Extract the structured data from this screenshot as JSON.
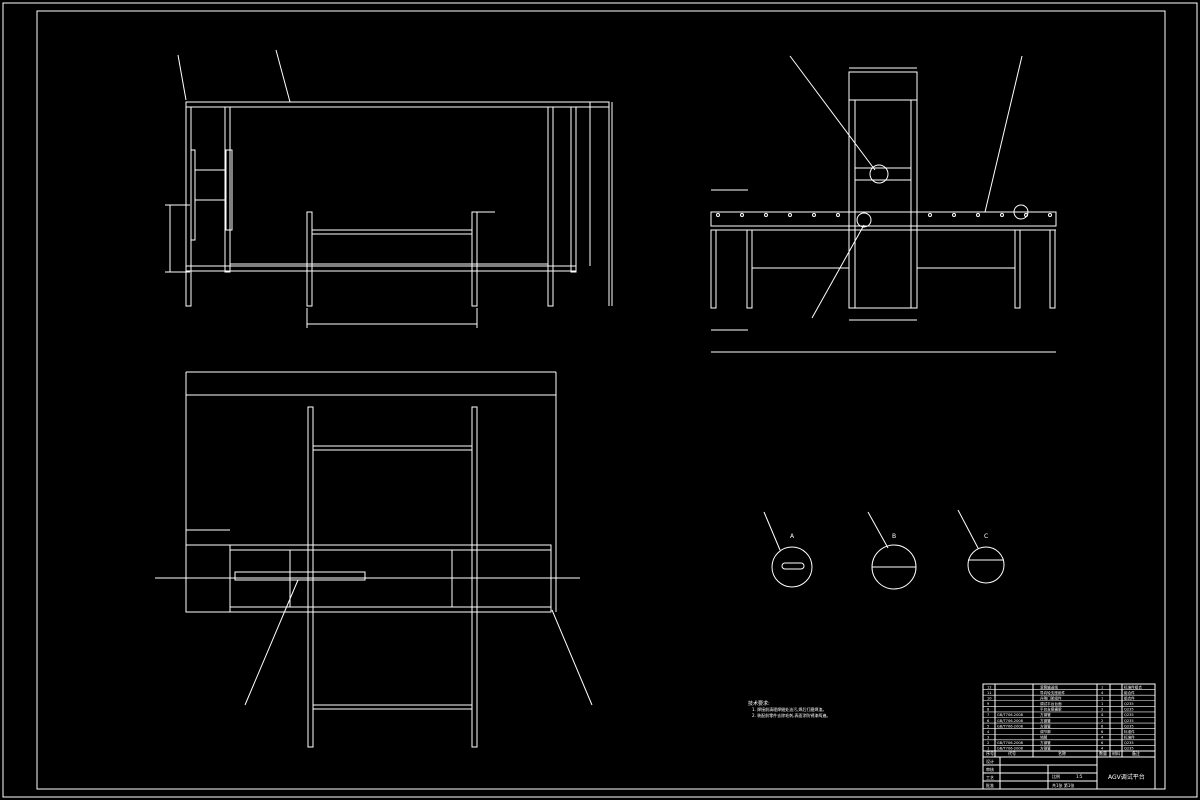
{
  "drawing": {
    "title": "AGV调试平台",
    "title_block": {
      "scale_label": "比例",
      "scale": "1:5",
      "sheet": "共1张  第1张",
      "material_label": "材料",
      "quantity_label": "数量",
      "remarks_label": "备注",
      "name_label": "名称",
      "code_label": "代号",
      "seq_label": "序号",
      "designer_label": "设计",
      "checker_label": "审核",
      "process_label": "工艺",
      "approve_label": "批准"
    },
    "notes": {
      "heading": "技术要求:",
      "items": [
        "1. 焊接前清理焊缝处油污,焊后打磨焊渣。",
        "2. 装配前零件去除毛刺,表面涂防锈漆两遍。"
      ]
    },
    "detail_labels": [
      "A",
      "B",
      "C"
    ],
    "bom_rows": [
      {
        "no": "12",
        "code": "",
        "name": "滚筒输送线",
        "qty": "1",
        "remark": "标准件组合"
      },
      {
        "no": "11",
        "code": "",
        "name": "导向轮支座组件",
        "qty": "4",
        "remark": "组合件"
      },
      {
        "no": "10",
        "code": "",
        "name": "升降门架组件",
        "qty": "1",
        "remark": "组合件"
      },
      {
        "no": "9",
        "code": "",
        "name": "调试平台台面",
        "qty": "1",
        "remark": "Q235"
      },
      {
        "no": "8",
        "code": "",
        "name": "平台支撑横梁",
        "qty": "2",
        "remark": "Q235"
      },
      {
        "no": "7",
        "code": "GB/T706-2008",
        "name": "方钢管",
        "qty": "4",
        "remark": "Q235"
      },
      {
        "no": "6",
        "code": "GB/T706-2008",
        "name": "方钢管",
        "qty": "2",
        "remark": "Q235"
      },
      {
        "no": "5",
        "code": "GB/T706-2008",
        "name": "方钢管",
        "qty": "8",
        "remark": "Q235"
      },
      {
        "no": "4",
        "code": "",
        "name": "调节脚",
        "qty": "6",
        "remark": "标准件"
      },
      {
        "no": "3",
        "code": "",
        "name": "地脚",
        "qty": "4",
        "remark": "标准件"
      },
      {
        "no": "2",
        "code": "GB/T706-2008",
        "name": "方钢管",
        "qty": "6",
        "remark": "Q235"
      },
      {
        "no": "1",
        "code": "GB/T706-2008",
        "name": "方钢管",
        "qty": "4",
        "remark": "Q235"
      }
    ],
    "colors": {
      "background": "#000000",
      "lines": "#ffffff"
    }
  }
}
